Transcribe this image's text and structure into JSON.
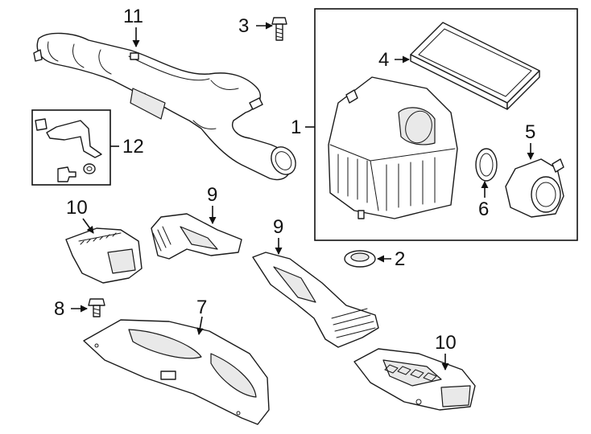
{
  "callouts": {
    "c1": "1",
    "c2": "2",
    "c3": "3",
    "c4": "4",
    "c5": "5",
    "c6": "6",
    "c7": "7",
    "c8": "8",
    "c9a": "9",
    "c9b": "9",
    "c10a": "10",
    "c10b": "10",
    "c11": "11",
    "c12": "12"
  },
  "colors": {
    "line": "#1a1a1a",
    "background": "#ffffff",
    "shade": "#e9e9e9"
  }
}
